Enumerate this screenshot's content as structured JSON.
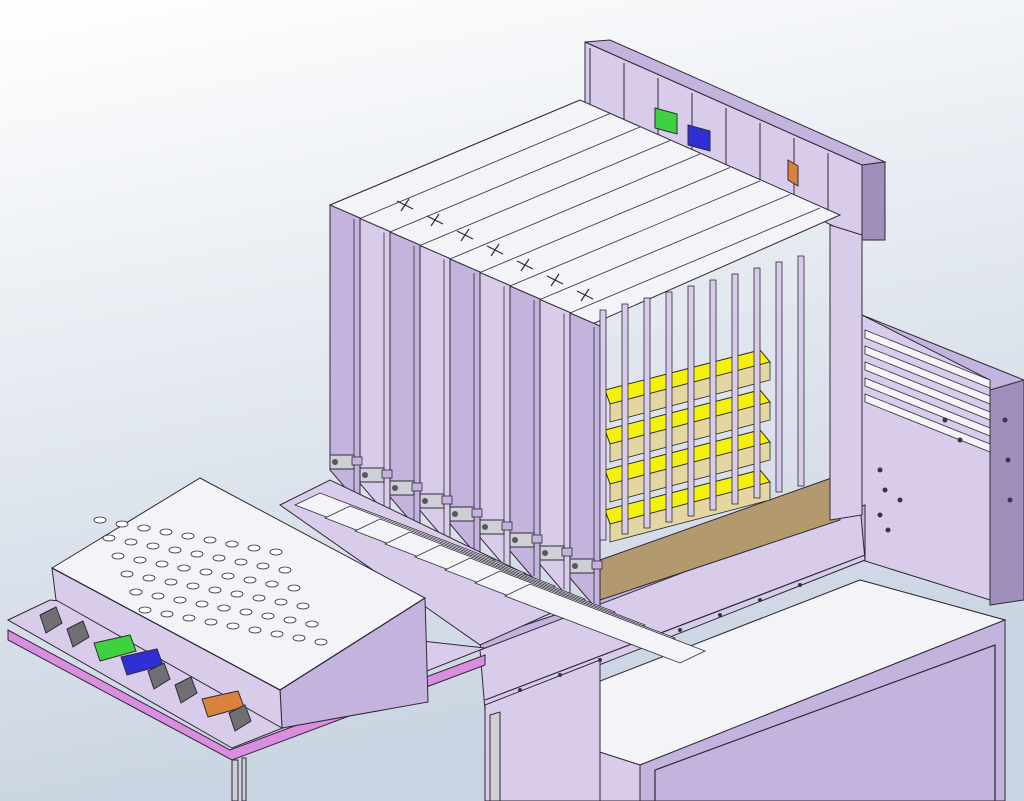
{
  "colors": {
    "background_top": "#ffffff",
    "background_bottom": "#c9d3e1",
    "frame_light": "#d8ccea",
    "frame_mid": "#c3b3dd",
    "frame_dark": "#9f8fbd",
    "frame_shadow": "#7e6f98",
    "panel_white": "#f3f3f8",
    "edge": "#2f2a38",
    "accent_magenta": "#d98ee0",
    "shelf_yellow": "#f4f20a",
    "shelf_tan": "#b3996e",
    "bin_green": "#3fd23f",
    "bin_blue": "#2f2fd6",
    "bin_orange": "#d8823c",
    "bin_gray": "#6f6f74",
    "rail_gray": "#cfcfd6"
  },
  "components": {
    "vertical_storage_columns": 9,
    "top_tray_slots": 8,
    "tray_perforation_rows": 6,
    "tray_perforation_cols": 9,
    "interior_yellow_shelves": 4,
    "bottom_tray_bins": [
      "gray",
      "gray",
      "green",
      "blue",
      "gray",
      "gray",
      "orange",
      "gray"
    ],
    "top_tray_bins": [
      "green",
      "blue",
      "orange"
    ]
  }
}
